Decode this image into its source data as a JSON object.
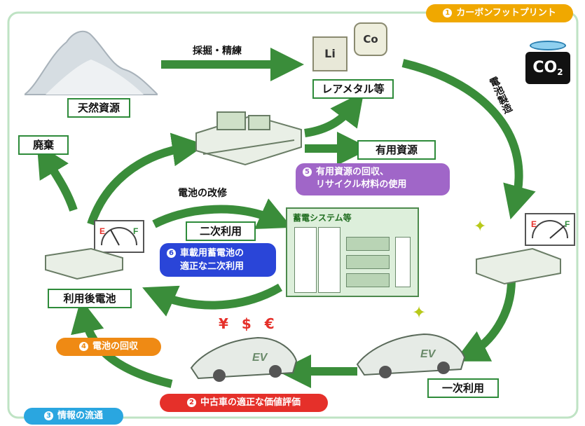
{
  "badges": {
    "carbon_footprint": {
      "num": "1",
      "label": "カーボンフットプリント",
      "color": "#f0a800"
    },
    "info_flow": {
      "num": "3",
      "label": "情報の流通",
      "color": "#2aa6e0"
    },
    "collection": {
      "num": "4",
      "label": "電池の回収",
      "color": "#ef8a14"
    },
    "valuation": {
      "num": "2",
      "label": "中古車の適正な価値評価",
      "color": "#e5302a"
    },
    "recycle": {
      "num": "5",
      "line1": "有用資源の回収、",
      "line2": "リサイクル材料の使用",
      "color": "#a066c8"
    },
    "second_use": {
      "num": "6",
      "line1": "車載用蓄電池の",
      "line2": "適正な二次利用",
      "color": "#2a45d8"
    }
  },
  "labels": {
    "mining": "採掘・精練",
    "rare_metals": "レアメタル等",
    "natural_resources": "天然資源",
    "battery_mfg": "電池製造",
    "disposal": "廃棄",
    "useful_resources": "有用資源",
    "battery_repair": "電池の改修",
    "secondary_use": "二次利用",
    "storage_system": "蓄電システム等",
    "used_battery": "利用後電池",
    "primary_use": "一次利用",
    "li": "Li",
    "co": "Co",
    "co2_main": "CO",
    "co2_sub": "2",
    "ev1": "EV",
    "ev2": "EV",
    "currency": "¥ $ €"
  }
}
